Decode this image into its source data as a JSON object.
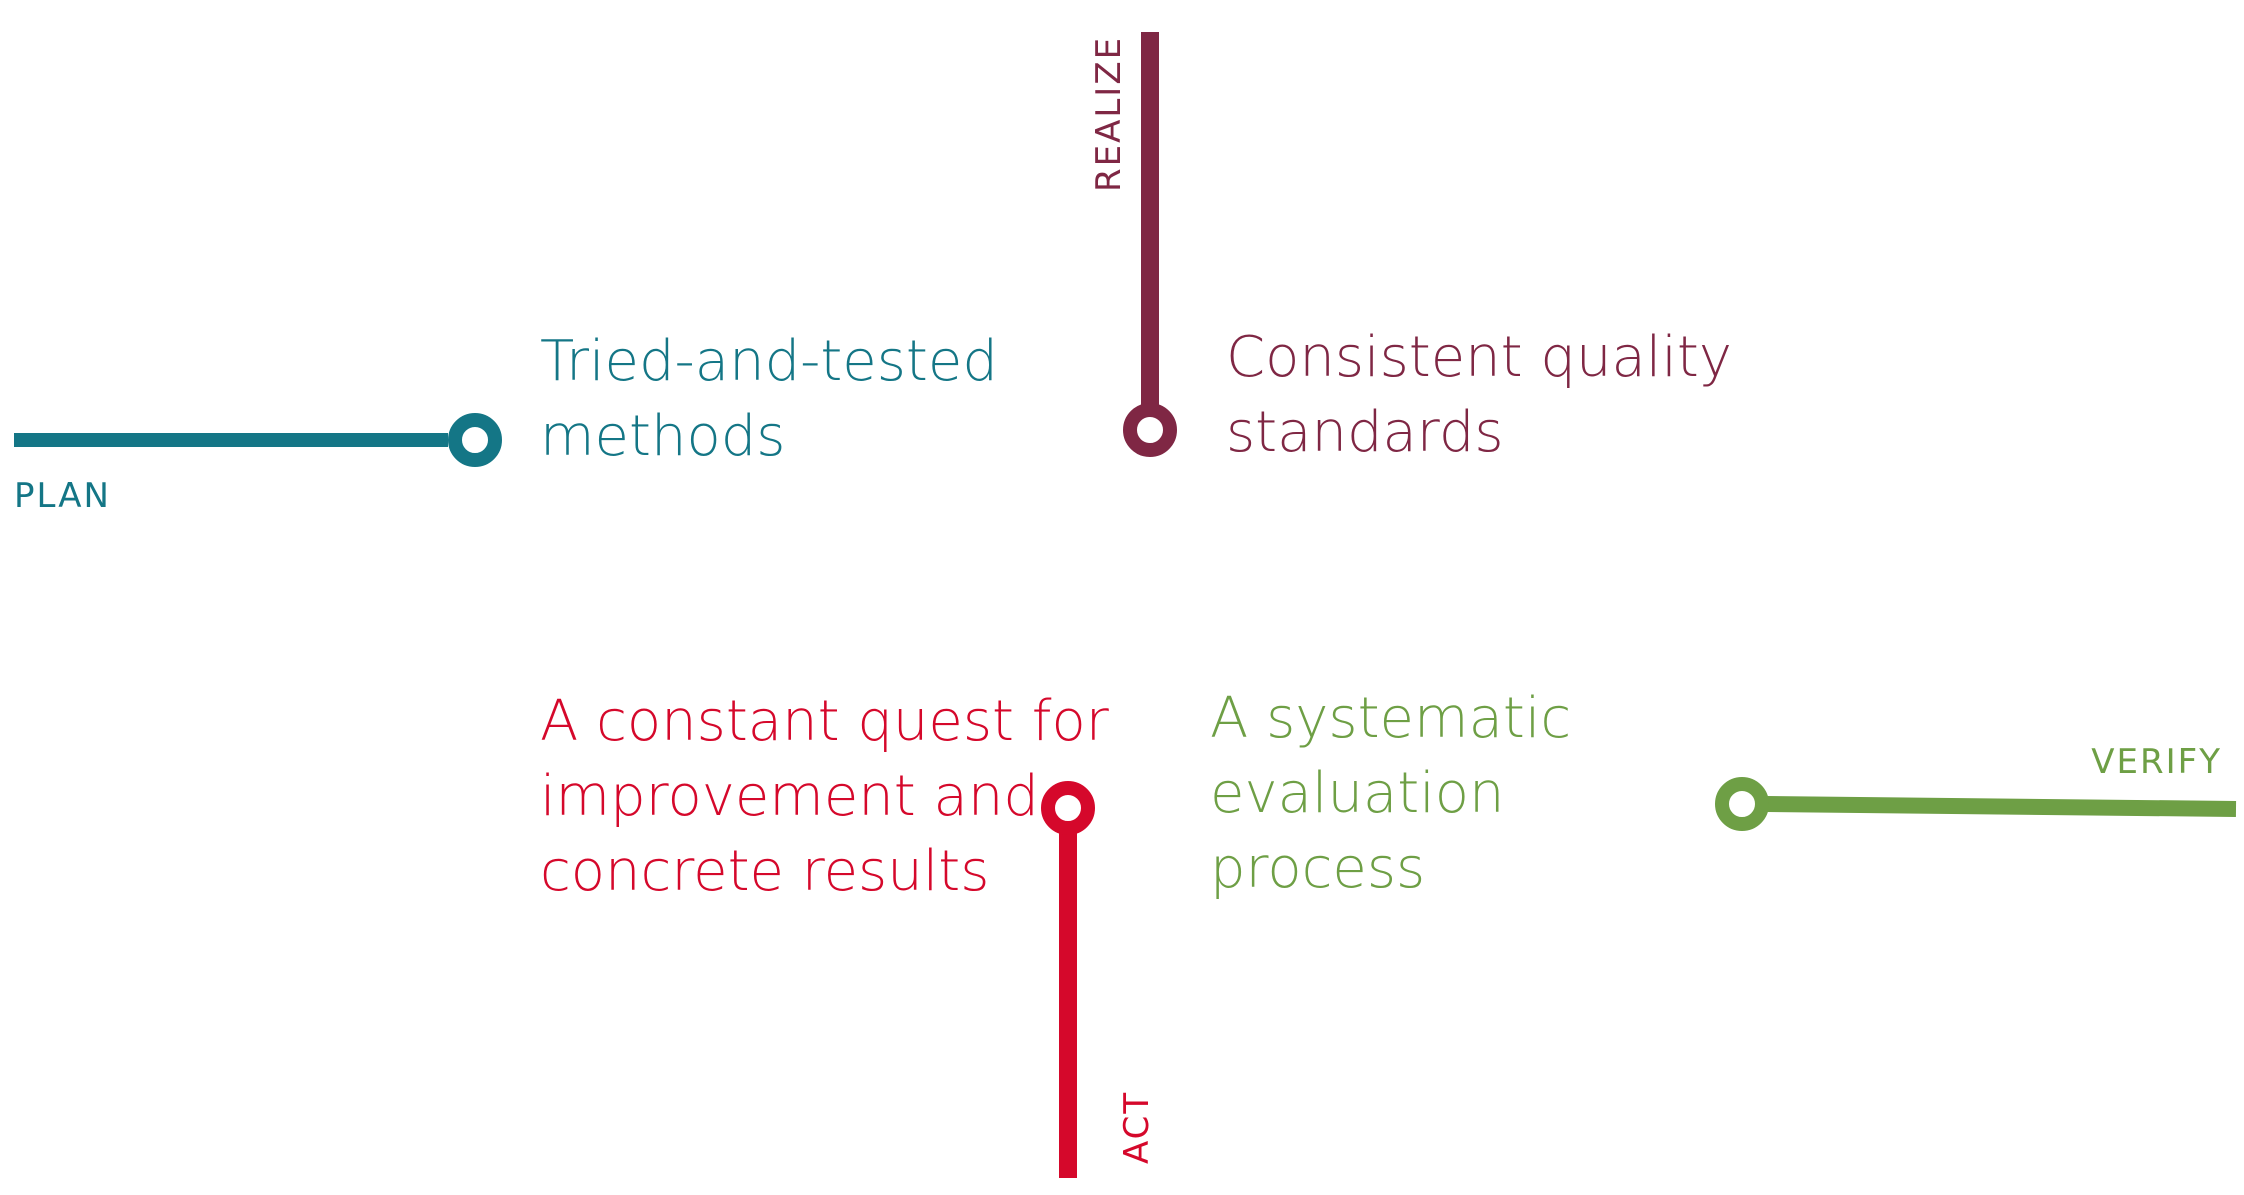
{
  "stages": [
    {
      "id": "plan",
      "label": "PLAN",
      "color": "#147686",
      "text_lines": [
        "Tried-and-tested",
        "methods"
      ]
    },
    {
      "id": "realize",
      "label": "REALIZE",
      "color": "#7f2744",
      "text_lines": [
        "Consistent quality",
        "standards"
      ]
    },
    {
      "id": "verify",
      "label": "VERIFY",
      "color": "#6e9f45",
      "text_lines": [
        "A systematic",
        "evaluation",
        "process"
      ]
    },
    {
      "id": "act",
      "label": "ACT",
      "color": "#d5082b",
      "text_lines": [
        "A constant quest for",
        "improvement and",
        "concrete results"
      ]
    }
  ]
}
